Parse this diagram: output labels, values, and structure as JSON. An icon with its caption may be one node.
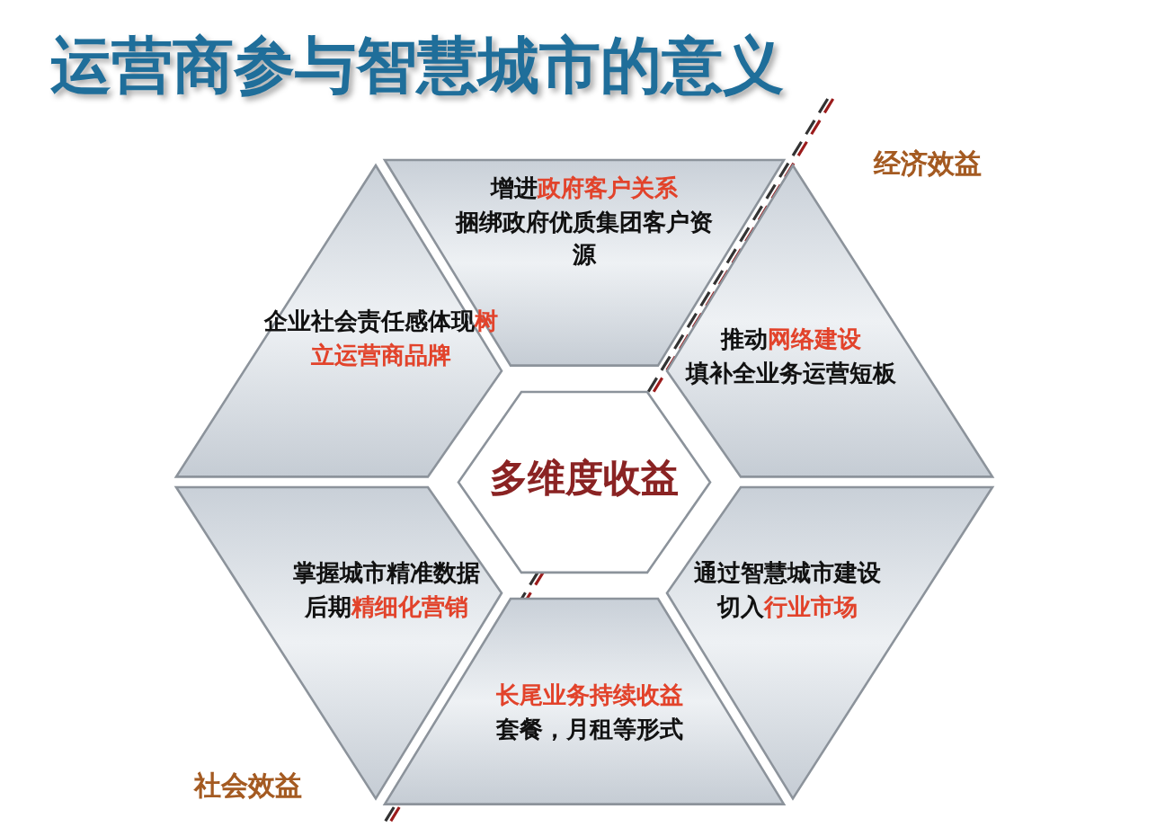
{
  "diagram": {
    "title": "运营商参与智慧城市的意义",
    "nodes": [
      {
        "text": [
          "增进**政府客户关系**",
          "捆绑政府优质集团客户资源"
        ]
      },
      {
        "text": [
          "企业社会责任感体现**树立运营商品牌**"
        ]
      },
      {
        "text": [
          "推动**网络建设**",
          "填补全业务运营短板"
        ]
      },
      {
        "text": [
          "多维度收益"
        ]
      },
      {
        "text": [
          "掌握城市精准数据",
          "后期**精细化营销**"
        ]
      },
      {
        "text": [
          "通过智慧城市建设",
          "切入**行业市场**"
        ]
      },
      {
        "text": [
          "**长尾业务持续收益**",
          "套餐，月租等形式"
        ]
      }
    ],
    "edges": [],
    "labels": [
      "经济效益",
      "社会效益"
    ]
  }
}
